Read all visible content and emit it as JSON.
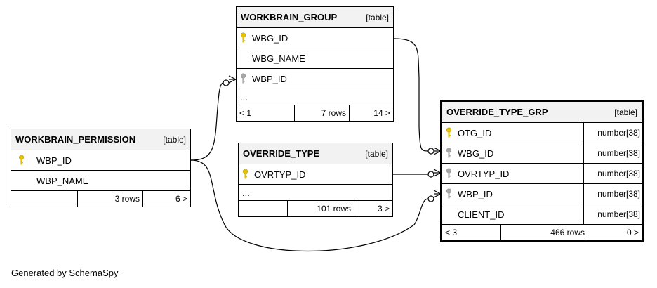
{
  "diagram": {
    "generated_by": "Generated by SchemaSpy",
    "tables": {
      "workbrain_group": {
        "name": "WORKBRAIN_GROUP",
        "kind": "[table]",
        "columns": [
          {
            "name": "WBG_ID",
            "key": "primary"
          },
          {
            "name": "WBG_NAME",
            "key": "none"
          },
          {
            "name": "WBP_ID",
            "key": "foreign"
          }
        ],
        "ellipsis": "...",
        "footer": {
          "prev": "< 1",
          "rows": "7 rows",
          "next": "14 >"
        }
      },
      "workbrain_permission": {
        "name": "WORKBRAIN_PERMISSION",
        "kind": "[table]",
        "columns": [
          {
            "name": "WBP_ID",
            "key": "primary"
          },
          {
            "name": "WBP_NAME",
            "key": "none"
          }
        ],
        "footer": {
          "prev": "",
          "rows": "3 rows",
          "next": "6 >"
        }
      },
      "override_type": {
        "name": "OVERRIDE_TYPE",
        "kind": "[table]",
        "columns": [
          {
            "name": "OVRTYP_ID",
            "key": "primary"
          }
        ],
        "ellipsis": "...",
        "footer": {
          "prev": "",
          "rows": "101 rows",
          "next": "3 >"
        }
      },
      "override_type_grp": {
        "name": "OVERRIDE_TYPE_GRP",
        "kind": "[table]",
        "columns": [
          {
            "name": "OTG_ID",
            "key": "primary",
            "type": "number[38]"
          },
          {
            "name": "WBG_ID",
            "key": "foreign",
            "type": "number[38]"
          },
          {
            "name": "OVRTYP_ID",
            "key": "foreign",
            "type": "number[38]"
          },
          {
            "name": "WBP_ID",
            "key": "foreign",
            "type": "number[38]"
          },
          {
            "name": "CLIENT_ID",
            "key": "none",
            "type": "number[38]"
          }
        ],
        "footer": {
          "prev": "< 3",
          "rows": "466 rows",
          "next": "0 >"
        }
      }
    },
    "relationships": [
      {
        "from": "WORKBRAIN_GROUP.WBG_ID",
        "to": "OVERRIDE_TYPE_GRP.WBG_ID"
      },
      {
        "from": "OVERRIDE_TYPE.OVRTYP_ID",
        "to": "OVERRIDE_TYPE_GRP.OVRTYP_ID"
      },
      {
        "from": "WORKBRAIN_PERMISSION.WBP_ID",
        "to": "OVERRIDE_TYPE_GRP.WBP_ID"
      },
      {
        "from": "WORKBRAIN_PERMISSION.WBP_ID",
        "to": "WORKBRAIN_GROUP.WBP_ID"
      }
    ],
    "colors": {
      "primary_key": "#e6c200",
      "foreign_key": "#a8a8a8",
      "header_bg": "#f2f2f2",
      "line": "#000000"
    },
    "icons": {
      "primary": "primary-key-icon",
      "foreign": "foreign-key-icon"
    }
  }
}
